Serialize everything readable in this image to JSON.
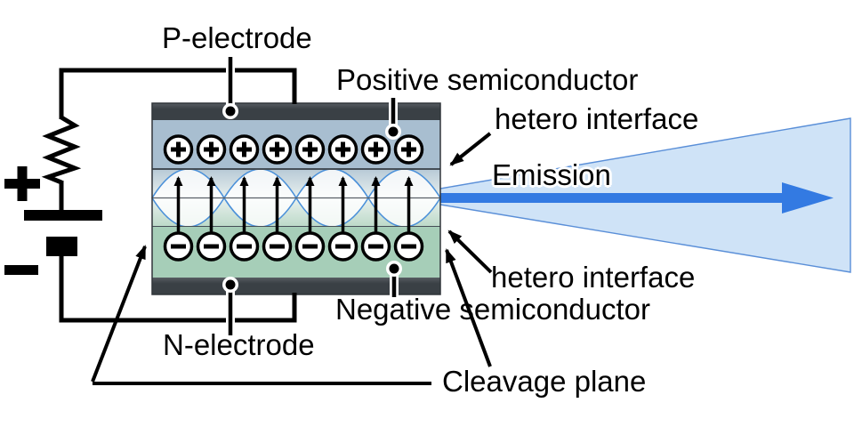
{
  "labels": {
    "p_electrode": "P-electrode",
    "positive_semiconductor": "Positive semiconductor",
    "hetero_interface_top": "hetero interface",
    "emission": "Emission",
    "hetero_interface_bottom": "hetero interface",
    "negative_semiconductor": "Negative semiconductor",
    "n_electrode": "N-electrode",
    "cleavage_plane": "Cleavage plane",
    "battery_plus": "+",
    "battery_minus": "−"
  },
  "device": {
    "positive_carriers": {
      "count": 8,
      "symbol": "+"
    },
    "negative_carriers": {
      "count": 8,
      "symbol": "−"
    },
    "recombination_arrows": 8,
    "standing_wave_lobes": 4
  },
  "colors": {
    "electrode": "#3a4045",
    "electrode_top": "#575c62",
    "positive_layer": "#a8bed0",
    "negative_layer": "#a6ceb8",
    "active_top": "#b7c9d6",
    "active_mid": "#e9f1ef",
    "active_bottom": "#bcd9c8",
    "wave_outline": "#4a90d9",
    "wave_fill": "rgba(255,255,255,0.8)",
    "beam_fill": "#cfe3f7",
    "beam_edge": "#5a8fd8",
    "beam_arrow": "#337ae2",
    "ink": "#000000"
  }
}
